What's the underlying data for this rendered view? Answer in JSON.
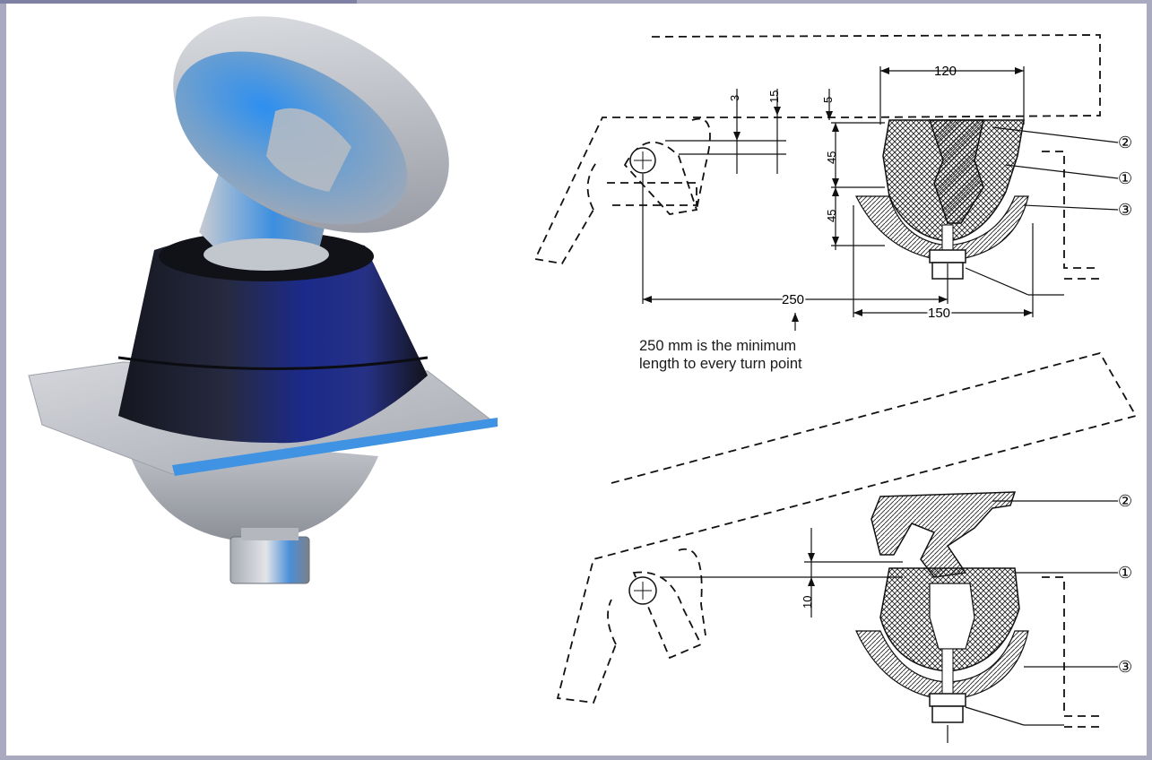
{
  "top_drawing": {
    "dims": {
      "d3": "3",
      "d15": "15",
      "d5": "5",
      "d120": "120",
      "d45_upper": "45",
      "d45_lower": "45",
      "d250": "250",
      "d150": "150"
    },
    "callouts": {
      "c2": "②",
      "c1": "①",
      "c3": "③"
    },
    "note_line1": "250 mm is the minimum",
    "note_line2": "length to every turn point"
  },
  "bottom_drawing": {
    "dims": {
      "d10": "10"
    },
    "callouts": {
      "c2": "②",
      "c1": "①",
      "c3": "③"
    }
  },
  "colors": {
    "frame": "#a9aac0",
    "frame_accent": "#7e80a4",
    "rubber": "#2a2f55",
    "steel": "#b8bcc4",
    "steel_highlight": "#4aa3e8"
  }
}
